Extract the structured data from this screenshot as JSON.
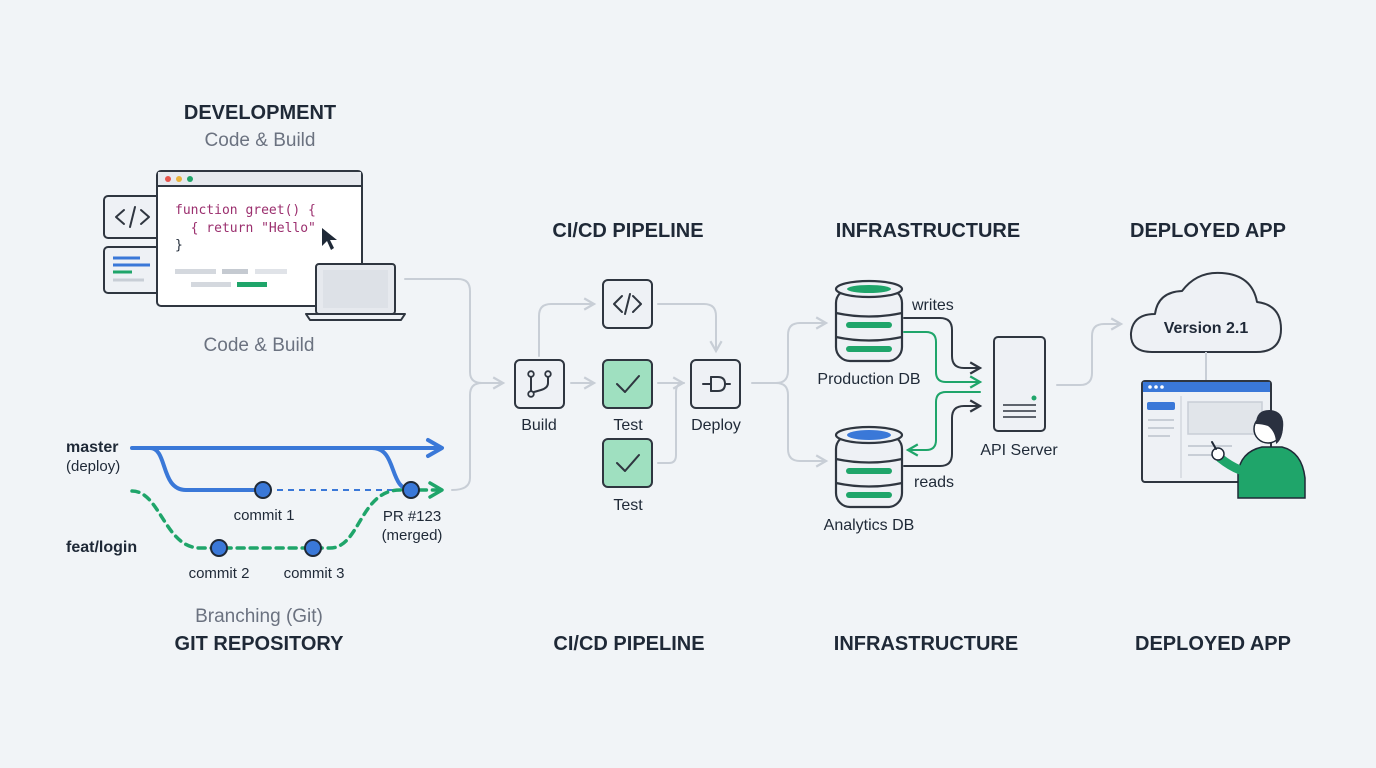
{
  "development": {
    "title": "DEVELOPMENT",
    "subtitle": "Code & Build",
    "caption": "Code & Build",
    "code_lines": [
      "function greet() {",
      "  { return \"Hello\"",
      "}"
    ]
  },
  "git": {
    "branch_master": "master",
    "branch_master_note": "(deploy)",
    "branch_feature": "feat/login",
    "commit_1": "commit 1",
    "commit_2": "commit 2",
    "commit_3": "commit 3",
    "pr_label": "PR #123",
    "pr_note": "(merged)",
    "caption": "Branching (Git)",
    "footer_title": "GIT REPOSITORY"
  },
  "pipeline": {
    "title": "CI/CD PIPELINE",
    "build_label": "Build",
    "test_label_1": "Test",
    "test_label_2": "Test",
    "deploy_label": "Deploy",
    "footer_title": "CI/CD PIPELINE"
  },
  "infrastructure": {
    "title": "INFRASTRUCTURE",
    "production_db": "Production DB",
    "analytics_db": "Analytics DB",
    "writes_label": "writes",
    "reads_label": "reads",
    "api_server": "API Server",
    "footer_title": "INFRASTRUCTURE"
  },
  "deployed_app": {
    "title": "DEPLOYED APP",
    "version": "Version 2.1",
    "footer_title": "DEPLOYED APP"
  },
  "colors": {
    "background": "#f1f4f7",
    "accent_blue": "#3a78d8",
    "accent_green": "#1fa56a",
    "test_fill": "#9fe0c0",
    "outline": "#2f3640",
    "connector": "#c8ced6"
  },
  "icons": [
    "code-icon",
    "git-branch-icon",
    "check-icon",
    "deploy-icon",
    "database-icon",
    "server-icon",
    "cloud-icon",
    "cursor-icon",
    "laptop-icon",
    "person-icon"
  ]
}
